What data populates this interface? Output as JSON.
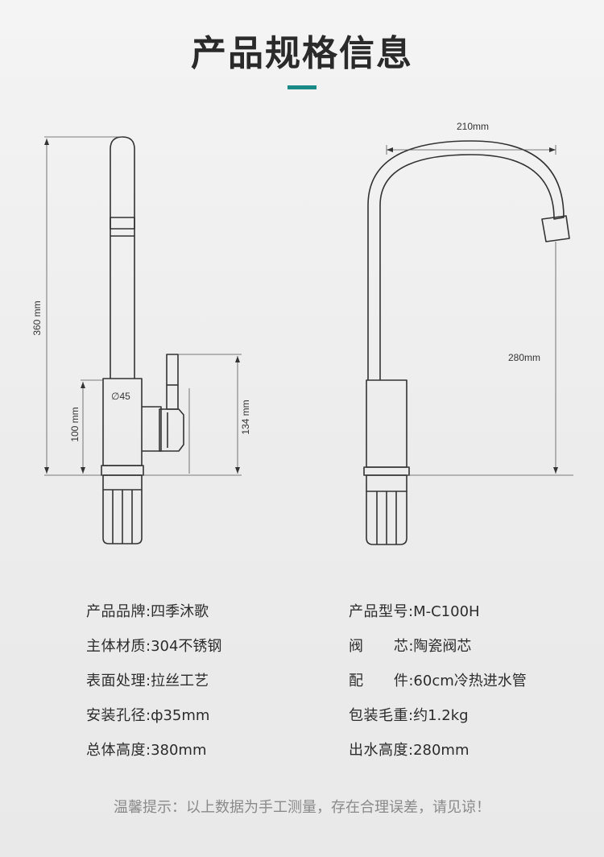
{
  "title": "产品规格信息",
  "accent_color": "#1a8a86",
  "dimensions": {
    "height_total": "360 mm",
    "base_height": "100 mm",
    "handle_height": "134 mm",
    "hole_diameter": "45",
    "spout_width": "210mm",
    "spout_height": "280mm"
  },
  "specs": {
    "left": [
      {
        "label": "产品品牌",
        "value": "四季沐歌"
      },
      {
        "label": "主体材质",
        "value": "304不锈钢"
      },
      {
        "label": "表面处理",
        "value": "拉丝工艺"
      },
      {
        "label": "安装孔径",
        "value": "ф35mm"
      },
      {
        "label": "总体高度",
        "value": "380mm"
      }
    ],
    "right": [
      {
        "label": "产品型号",
        "value": "M-C100H"
      },
      {
        "label": "阀      芯",
        "value": "陶瓷阀芯"
      },
      {
        "label": "配      件",
        "value": "60cm冷热进水管"
      },
      {
        "label": "包装毛重",
        "value": "约1.2kg"
      },
      {
        "label": "出水高度",
        "value": "280mm"
      }
    ]
  },
  "note": "温馨提示：以上数据为手工测量，存在合理误差，请见谅！"
}
